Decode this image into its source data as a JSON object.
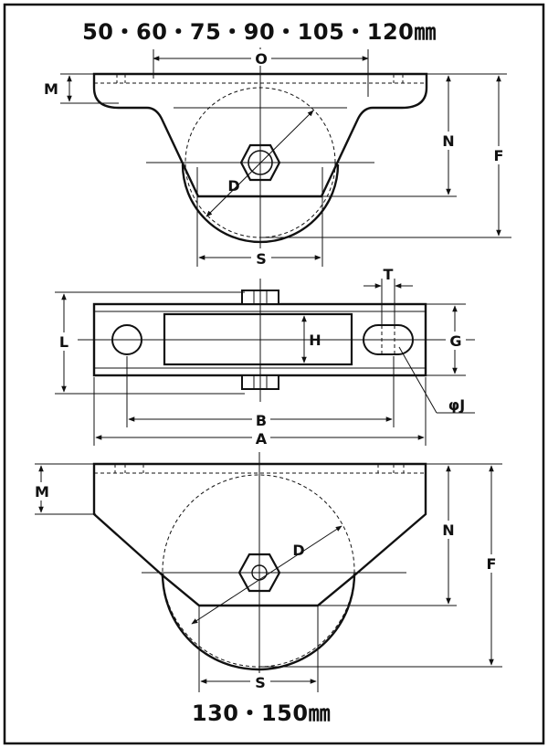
{
  "top_view": {
    "size_range": "50・60・75・90・105・120㎜",
    "labels": {
      "O": "O",
      "M": "M",
      "N": "N",
      "F": "F",
      "D": "D",
      "S": "S"
    }
  },
  "middle_view": {
    "labels": {
      "T": "T",
      "L": "L",
      "H": "H",
      "G": "G",
      "J": "φJ",
      "B": "B",
      "A": "A"
    }
  },
  "bottom_view": {
    "size_range": "130・150㎜",
    "labels": {
      "M": "M",
      "N": "N",
      "F": "F",
      "D": "D",
      "S": "S"
    }
  }
}
